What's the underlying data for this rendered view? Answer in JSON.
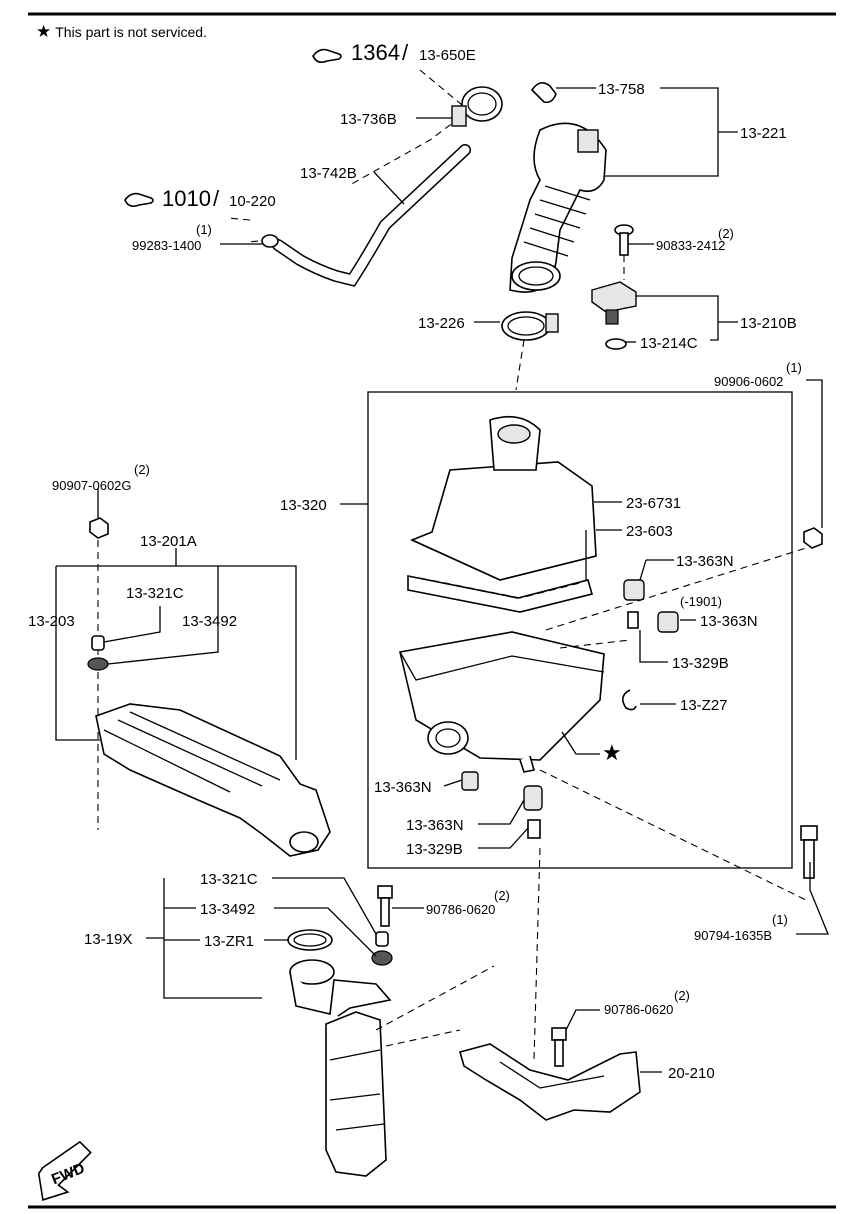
{
  "note": {
    "symbol": "★",
    "text": "This part is not serviced."
  },
  "refs": {
    "r1364": {
      "page": "1364",
      "sep": "/",
      "code": "13-650E"
    },
    "r1010": {
      "page": "1010",
      "sep": "/",
      "code": "10-220"
    }
  },
  "fwd": "FWD",
  "star_marker": "★",
  "labels": {
    "p13_736B": "13-736B",
    "p13_758": "13-758",
    "p13_221": "13-221",
    "p13_742B": "13-742B",
    "p99283_qty": "(1)",
    "p99283": "99283-1400",
    "p90833_qty": "(2)",
    "p90833": "90833-2412",
    "p13_226": "13-226",
    "p13_210B": "13-210B",
    "p13_214C": "13-214C",
    "p90906_qty": "(1)",
    "p90906": "90906-0602",
    "p90907_qty": "(2)",
    "p90907": "90907-0602G",
    "p13_320": "13-320",
    "p23_6731": "23-6731",
    "p23_603": "23-603",
    "p13_201A": "13-201A",
    "p13_363N_a": "13-363N",
    "p13_321C_a": "13-321C",
    "p13_203": "13-203",
    "p13_3492_a": "13-3492",
    "range_1901": "(-1901)",
    "p13_363N_b": "13-363N",
    "p13_329B_a": "13-329B",
    "p13_Z27": "13-Z27",
    "p13_363N_c": "13-363N",
    "p13_363N_d": "13-363N",
    "p13_329B_b": "13-329B",
    "p13_321C_b": "13-321C",
    "p90786_a_qty": "(2)",
    "p90786_a": "90786-0620",
    "p13_3492_b": "13-3492",
    "p13_19X": "13-19X",
    "p13_ZR1": "13-ZR1",
    "p90794_qty": "(1)",
    "p90794": "90794-1635B",
    "p90786_b_qty": "(2)",
    "p90786_b": "90786-0620",
    "p20_210": "20-210"
  }
}
